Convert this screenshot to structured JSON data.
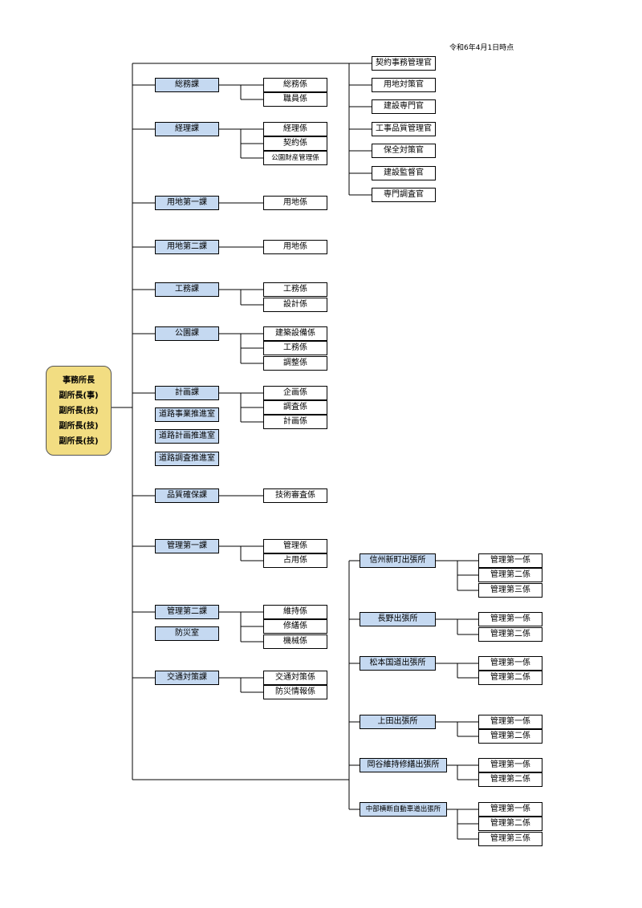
{
  "date": "令和6年4月1日時点",
  "head": [
    "事務所長",
    "副所長(事)",
    "副所長(技)",
    "副所長(技)",
    "副所長(技)"
  ],
  "officers": [
    "契約事務管理官",
    "用地対策官",
    "建設専門官",
    "工事品質管理官",
    "保全対策官",
    "建設監督官",
    "専門調査官"
  ],
  "departments": [
    {
      "name": "総務課",
      "sections": [
        "総務係",
        "職員係"
      ]
    },
    {
      "name": "経理課",
      "sections": [
        "経理係",
        "契約係",
        "公園財産管理係"
      ]
    },
    {
      "name": "用地第一課",
      "sections": [
        "用地係"
      ]
    },
    {
      "name": "用地第二課",
      "sections": [
        "用地係"
      ]
    },
    {
      "name": "工務課",
      "sections": [
        "工務係",
        "設計係"
      ]
    },
    {
      "name": "公園課",
      "sections": [
        "建築設備係",
        "工務係",
        "調整係"
      ]
    },
    {
      "name": "計画課",
      "sections": [
        "企画係",
        "調査係",
        "計画係"
      ],
      "offices": [
        "道路事業推進室",
        "道路計画推進室",
        "道路調査推進室"
      ]
    },
    {
      "name": "品質確保課",
      "sections": [
        "技術審査係"
      ]
    },
    {
      "name": "管理第一課",
      "sections": [
        "管理係",
        "占用係"
      ]
    },
    {
      "name": "管理第二課",
      "sections": [
        "維持係",
        "修繕係",
        "機械係"
      ],
      "offices": [
        "防災室"
      ]
    },
    {
      "name": "交通対策課",
      "sections": [
        "交通対策係",
        "防災情報係"
      ]
    }
  ],
  "branches": [
    {
      "name": "信州新町出張所",
      "sections": [
        "管理第一係",
        "管理第二係",
        "管理第三係"
      ]
    },
    {
      "name": "長野出張所",
      "sections": [
        "管理第一係",
        "管理第二係"
      ]
    },
    {
      "name": "松本国道出張所",
      "sections": [
        "管理第一係",
        "管理第二係"
      ]
    },
    {
      "name": "上田出張所",
      "sections": [
        "管理第一係",
        "管理第二係"
      ]
    },
    {
      "name": "岡谷維持修繕出張所",
      "sections": [
        "管理第一係",
        "管理第二係"
      ]
    },
    {
      "name": "中部横断自動車道出張所",
      "sections": [
        "管理第一係",
        "管理第二係",
        "管理第三係"
      ]
    }
  ]
}
